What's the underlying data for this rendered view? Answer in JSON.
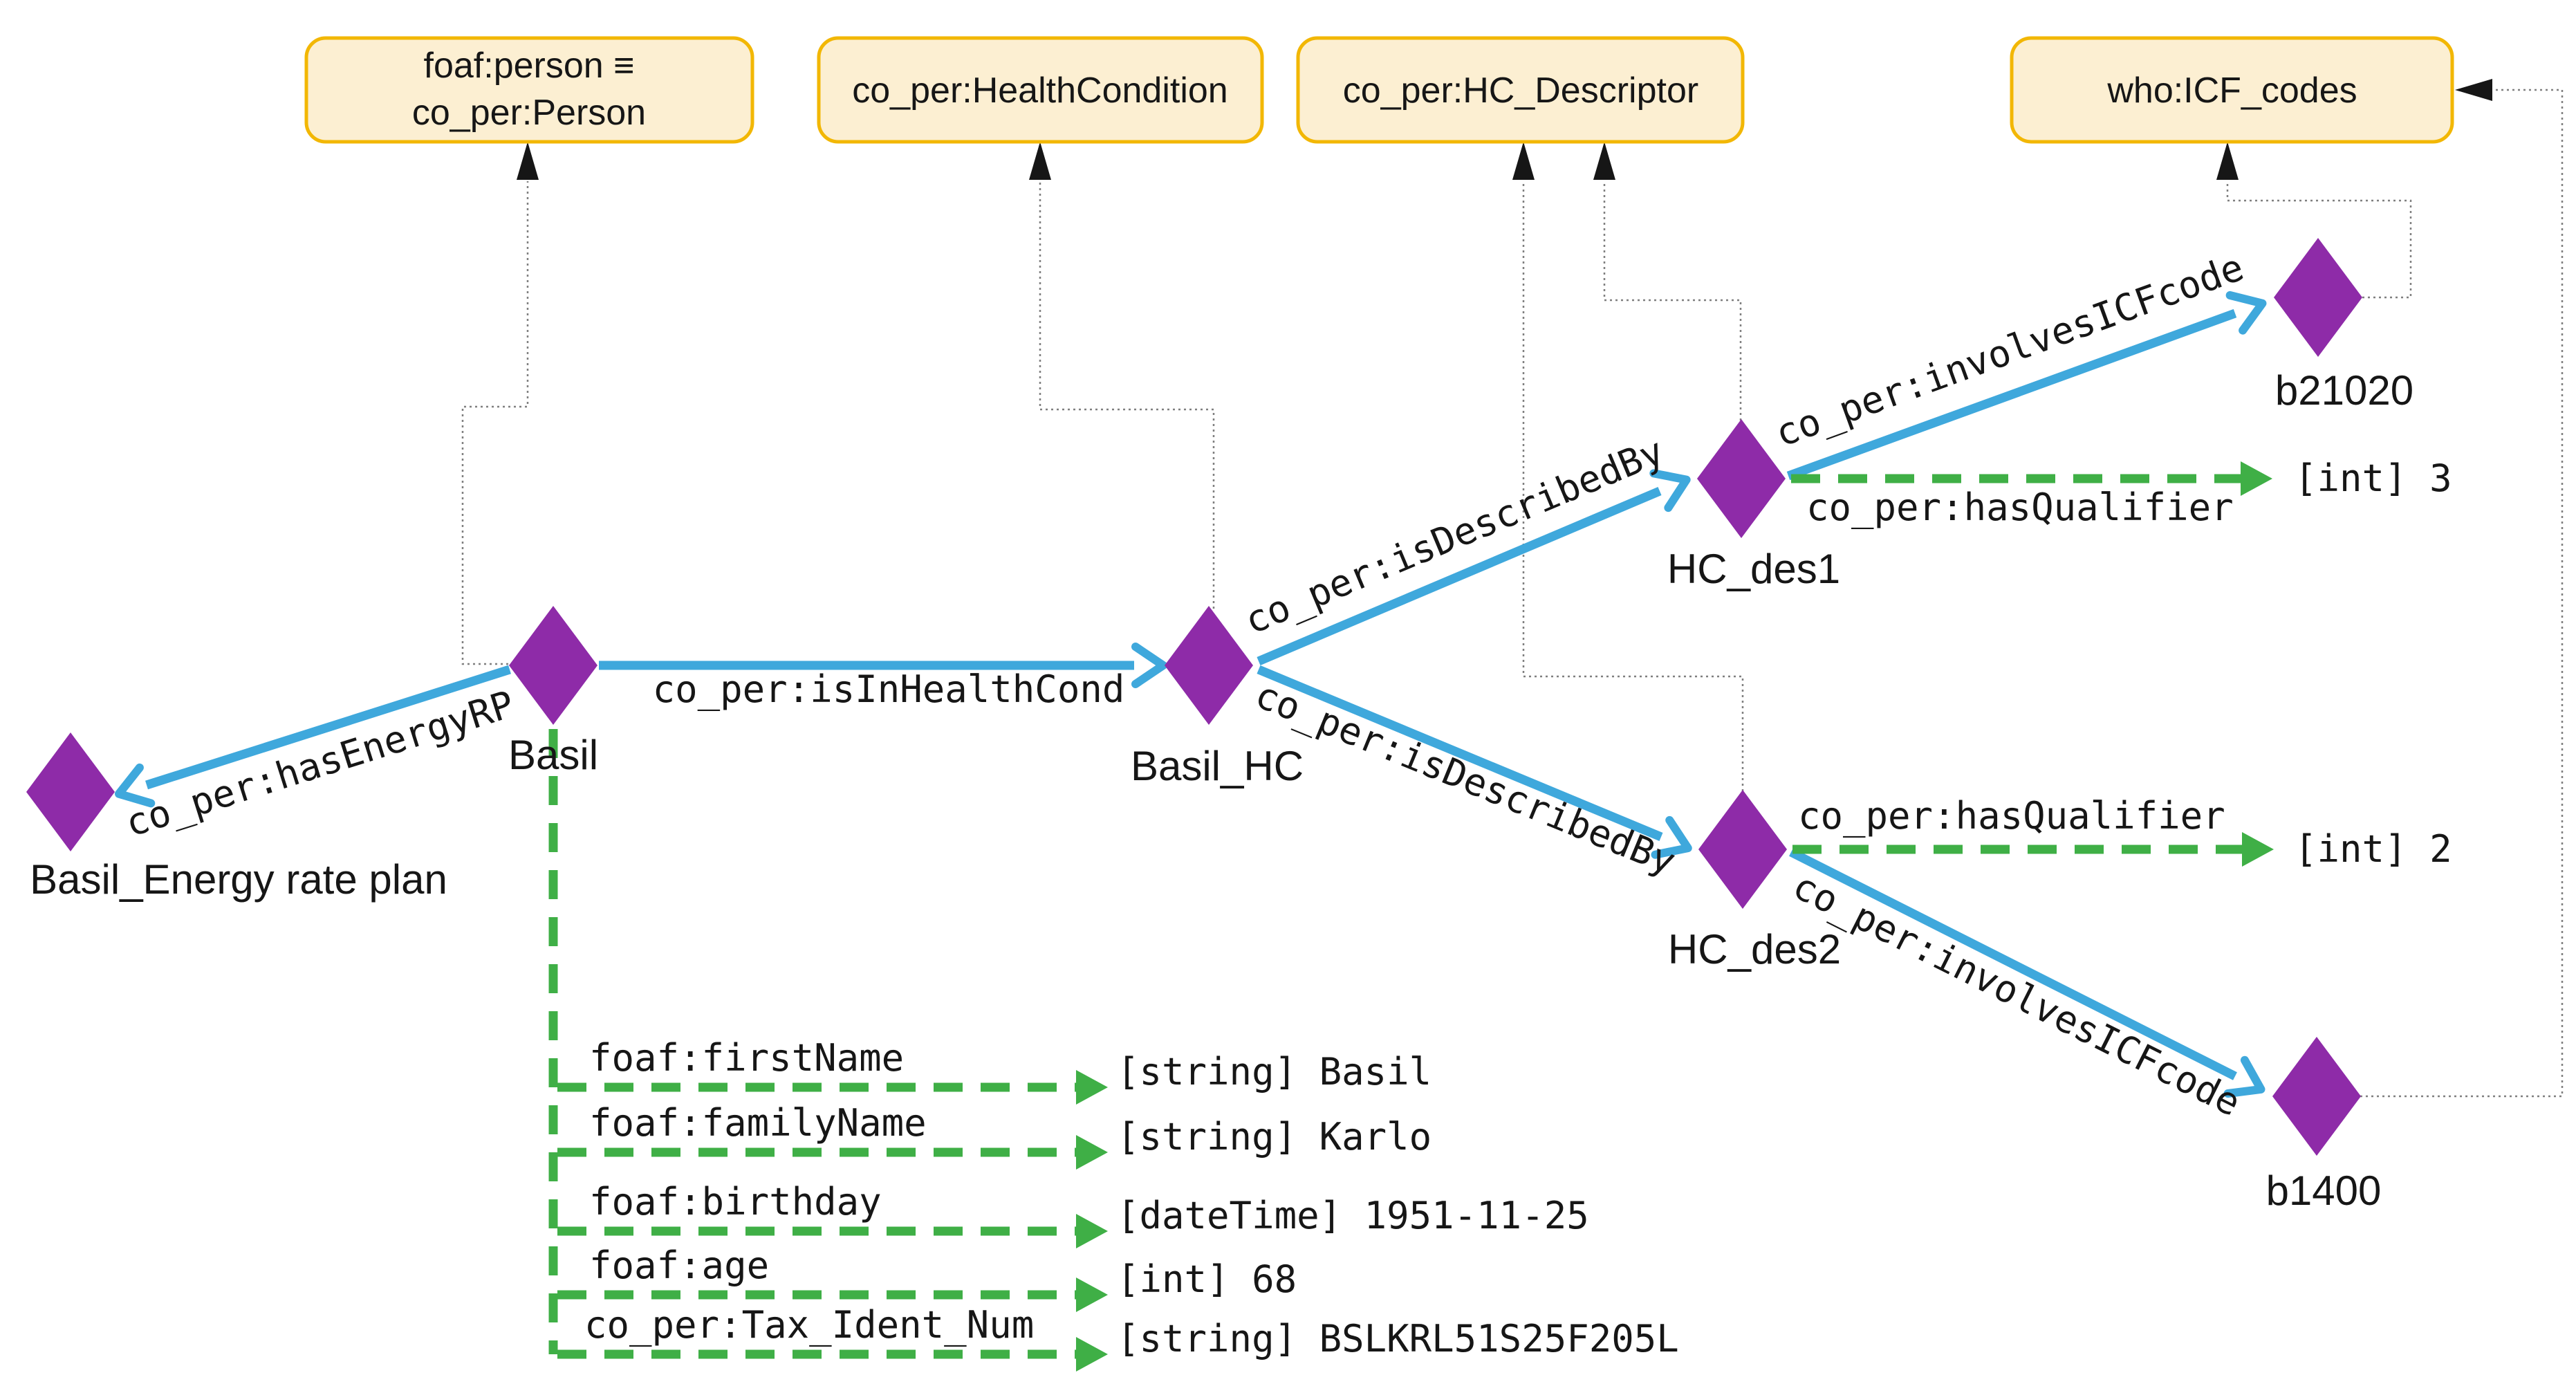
{
  "colors": {
    "class_fill": "#FCEFD2",
    "class_border": "#F2B705",
    "instance_fill": "#8E2BA8",
    "object_property": "#3FA8DC",
    "datatype_property": "#3FAF46",
    "connector": "#7F7F7F"
  },
  "classes": {
    "person": {
      "line1": "foaf:person ≡",
      "line2": "co_per:Person"
    },
    "health_condition": {
      "label": "co_per:HealthCondition"
    },
    "hc_descriptor": {
      "label": "co_per:HC_Descriptor"
    },
    "icf_codes": {
      "label": "who:ICF_codes"
    }
  },
  "instances": {
    "basil": {
      "label": "Basil"
    },
    "basil_hc": {
      "label": "Basil_HC"
    },
    "hc_des1": {
      "label": "HC_des1"
    },
    "hc_des2": {
      "label": "HC_des2"
    },
    "b21020": {
      "label": "b21020"
    },
    "b1400": {
      "label": "b1400"
    },
    "basil_energy": {
      "label": "Basil_Energy rate plan"
    }
  },
  "object_properties": {
    "has_energy_rp": {
      "label": "co_per:hasEnergyRP"
    },
    "is_in_health_cond": {
      "label": "co_per:isInHealthCond"
    },
    "is_described_by_1": {
      "label": "co_per:isDescribedBy"
    },
    "is_described_by_2": {
      "label": "co_per:isDescribedBy"
    },
    "involves_icf_code_1": {
      "label": "co_per:involvesICFcode"
    },
    "involves_icf_code_2": {
      "label": "co_per:involvesICFcode"
    }
  },
  "datatype_properties": {
    "has_qualifier_1": {
      "label": "co_per:hasQualifier",
      "value": "[int] 3"
    },
    "has_qualifier_2": {
      "label": "co_per:hasQualifier",
      "value": "[int] 2"
    },
    "basil_attributes": [
      {
        "label": "foaf:firstName",
        "value": "[string] Basil"
      },
      {
        "label": "foaf:familyName",
        "value": "[string] Karlo"
      },
      {
        "label": "foaf:birthday",
        "value": "[dateTime] 1951-11-25"
      },
      {
        "label": "foaf:age",
        "value": "[int] 68"
      },
      {
        "label": "co_per:Tax_Ident_Num",
        "value": "[string] BSLKRL51S25F205L"
      }
    ]
  }
}
